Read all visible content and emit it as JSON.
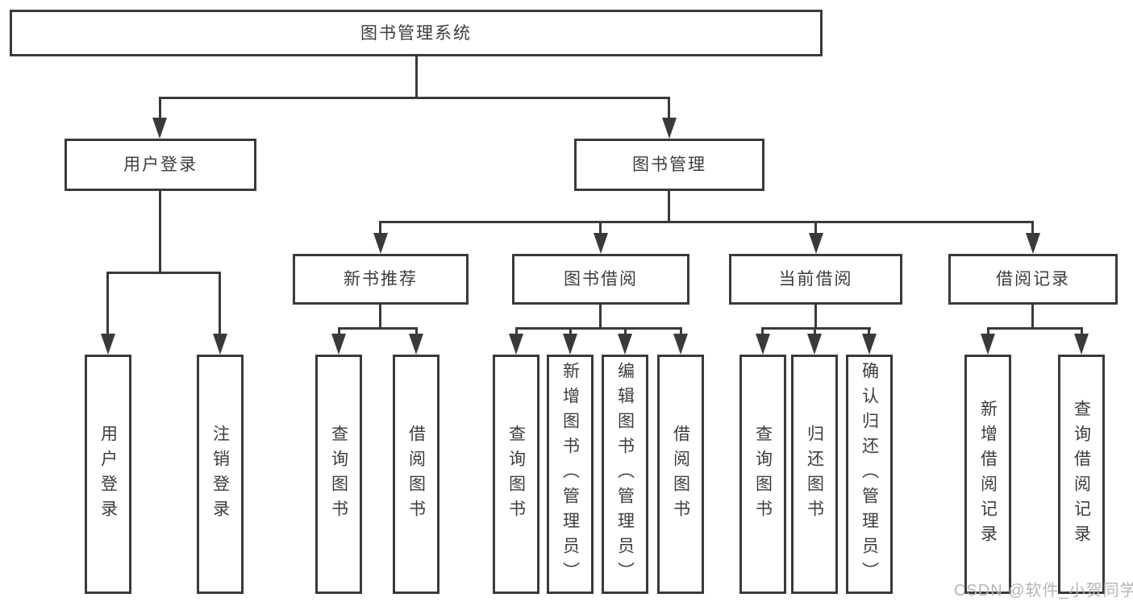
{
  "tree": {
    "root": {
      "label": "图书管理系统",
      "children": [
        {
          "label": "用户登录",
          "children": [
            "用户登录",
            "注销登录"
          ]
        },
        {
          "label": "图书管理",
          "children": [
            {
              "label": "新书推荐",
              "children": [
                "查询图书",
                "借阅图书"
              ]
            },
            {
              "label": "图书借阅",
              "children": [
                "查询图书",
                "新增图书（管理员）",
                "编辑图书（管理员）",
                "借阅图书"
              ]
            },
            {
              "label": "当前借阅",
              "children": [
                "查询图书",
                "归还图书",
                "确认归还（管理员）"
              ]
            },
            {
              "label": "借阅记录",
              "children": [
                "新增借阅记录",
                "查询借阅记录"
              ]
            }
          ]
        }
      ]
    }
  },
  "watermark": {
    "text": "CSDN @软件_小贺同学"
  },
  "colors": {
    "line": "#3a3a3a",
    "text": "#3d3d3d",
    "box_background": "#ffffff",
    "watermark": "#b6b6b6"
  }
}
